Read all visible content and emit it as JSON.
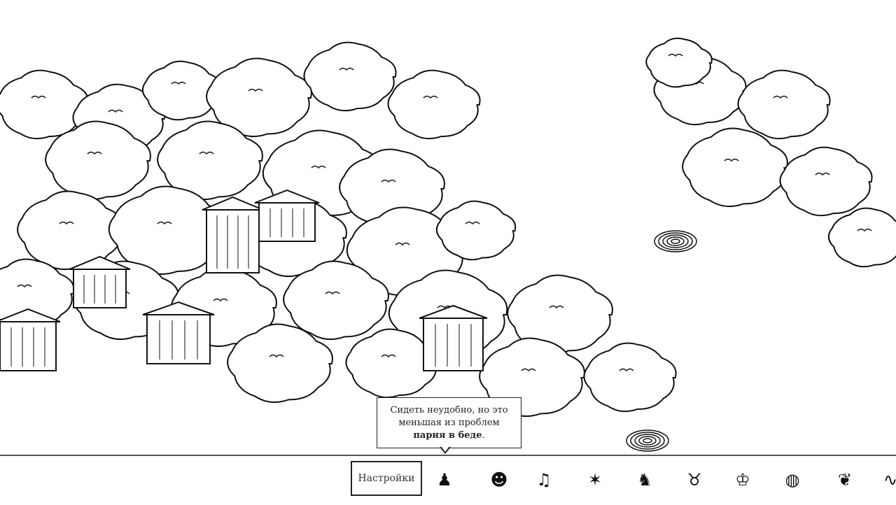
{
  "scene": {
    "name": "jungle-treehouse-level"
  },
  "tooltip": {
    "line1": "Сидеть неудобно, но это",
    "line2": "меньшая из проблем",
    "bold": "парня в беде",
    "end": "."
  },
  "bottom_bar": {
    "settings_label": "Настройки",
    "targets": [
      {
        "icon": "person-sitting-target-icon"
      },
      {
        "icon": "person-lying-target-icon"
      },
      {
        "icon": "guitar-player-target-icon"
      },
      {
        "icon": "dancing-person-target-icon"
      },
      {
        "icon": "bird-person-target-icon"
      },
      {
        "icon": "bear-target-icon"
      },
      {
        "icon": "person-crown-target-icon"
      },
      {
        "icon": "basket-target-icon"
      },
      {
        "icon": "small-bird-target-icon"
      },
      {
        "icon": "lizard-target-icon"
      }
    ]
  }
}
